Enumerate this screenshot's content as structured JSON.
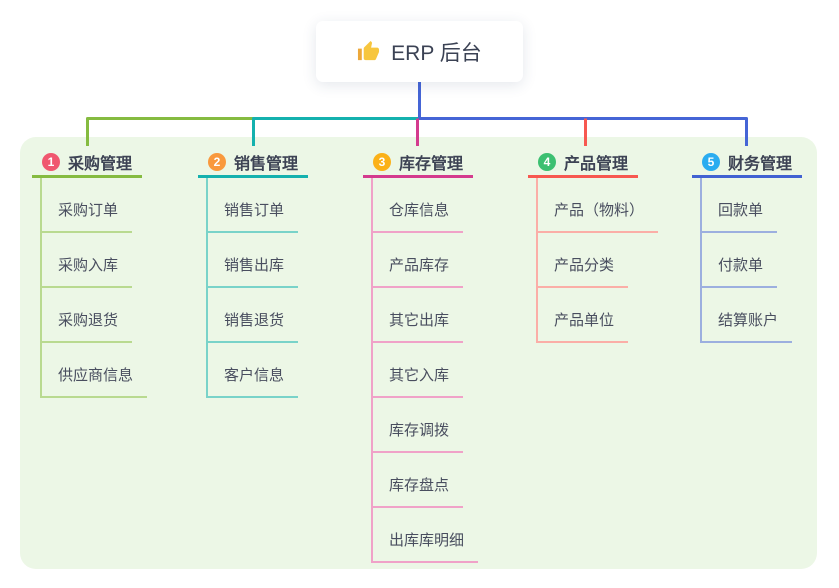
{
  "root": {
    "label": "ERP 后台",
    "icon": "thumbs-up-icon",
    "line_color": "#4565d6"
  },
  "panel": {
    "bg": "#ecf7e6"
  },
  "branches": [
    {
      "number": "1",
      "label": "采购管理",
      "badge_color": "#f0576f",
      "line_color": "#85bb40",
      "child_line_color": "#b9da90",
      "children": [
        "采购订单",
        "采购入库",
        "采购退货",
        "供应商信息"
      ]
    },
    {
      "number": "2",
      "label": "销售管理",
      "badge_color": "#f9993d",
      "line_color": "#14b1ae",
      "child_line_color": "#79d3c9",
      "children": [
        "销售订单",
        "销售出库",
        "销售退货",
        "客户信息"
      ]
    },
    {
      "number": "3",
      "label": "库存管理",
      "badge_color": "#fbb118",
      "line_color": "#d43b8e",
      "child_line_color": "#f0a2c8",
      "children": [
        "仓库信息",
        "产品库存",
        "其它出库",
        "其它入库",
        "库存调拨",
        "库存盘点",
        "出库库明细"
      ]
    },
    {
      "number": "4",
      "label": "产品管理",
      "badge_color": "#3cc071",
      "line_color": "#f75850",
      "child_line_color": "#fbaea7",
      "children": [
        "产品（物料）",
        "产品分类",
        "产品单位"
      ]
    },
    {
      "number": "5",
      "label": "财务管理",
      "badge_color": "#2aacf0",
      "line_color": "#4162d2",
      "child_line_color": "#9cafdf",
      "children": [
        "回款单",
        "付款单",
        "结算账户"
      ]
    }
  ]
}
